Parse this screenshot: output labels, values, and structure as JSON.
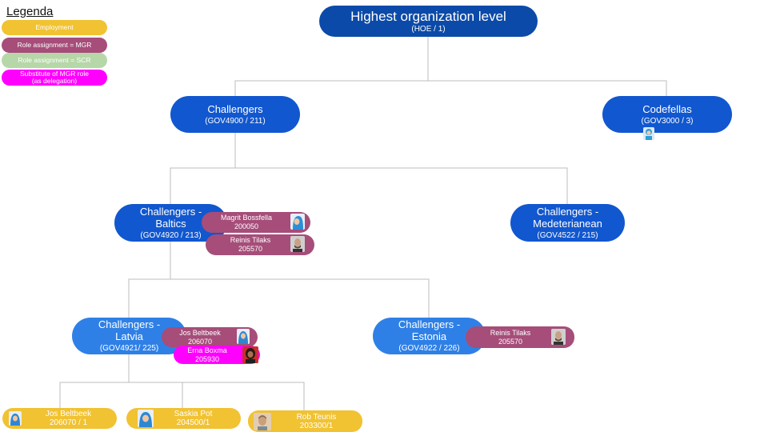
{
  "legend": {
    "title": "Legenda",
    "items": [
      {
        "label": "Employment",
        "color": "#f1c232"
      },
      {
        "label": "Role assignment = MGR",
        "color": "#a64d79"
      },
      {
        "label": "Role assignment = SCR",
        "color": "#b6d7a8"
      },
      {
        "label": "Substitute of MGR role\n(as delegation)",
        "color": "#ff00ff"
      }
    ]
  },
  "nodes": {
    "root": {
      "title": "Highest organization level",
      "code": "(HOE / 1)"
    },
    "challengers": {
      "title": "Challengers",
      "code": "(GOV4900 / 211)"
    },
    "codefellas": {
      "title": "Codefellas",
      "code": "(GOV3000 / 3)"
    },
    "baltics": {
      "title": "Challengers -\nBaltics",
      "code": "(GOV4920 / 213)"
    },
    "medeterianean": {
      "title": "Challengers -\nMedeterianean",
      "code": "(GOV4522 / 215)"
    },
    "latvia": {
      "title": "Challengers -\nLatvia",
      "code": "(GOV4921/ 225)"
    },
    "estonia": {
      "title": "Challengers -\nEstonia",
      "code": "(GOV4922 / 226)"
    }
  },
  "assignments": {
    "baltics_mgr1": {
      "name": "Magrit Bossfella",
      "id": "200050"
    },
    "baltics_mgr2": {
      "name": "Reinis Tilaks",
      "id": "205570"
    },
    "latvia_mgr": {
      "name": "Jos Beltbeek",
      "id": "206070"
    },
    "latvia_sub": {
      "name": "Erna Boxma",
      "id": "205930"
    },
    "estonia_mgr": {
      "name": "Reinis Tilaks",
      "id": "205570"
    }
  },
  "employments": [
    {
      "name": "Jos Beltbeek",
      "id": "206070 / 1"
    },
    {
      "name": "Saskia Pot",
      "id": "204500/1"
    },
    {
      "name": "Rob Teunis",
      "id": "203300/1"
    }
  ],
  "colors": {
    "employment": "#f1c232",
    "mgr": "#a64d79",
    "scr": "#b6d7a8",
    "substitute": "#ff00ff",
    "org_dark": "#0b4aa8",
    "org_mid": "#1157cf",
    "org_light": "#2f80e6"
  }
}
